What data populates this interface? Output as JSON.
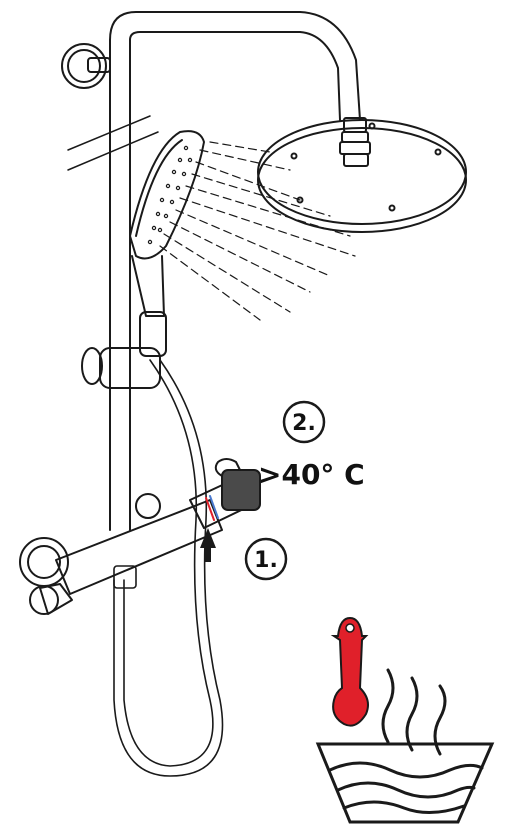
{
  "steps": [
    {
      "number": "1."
    },
    {
      "number": "2."
    }
  ],
  "temperature_label": ">40° C",
  "colors": {
    "line": "#1a1a1a",
    "thermometer": "#e0202a",
    "thermometer_outline": "#1a1a1a",
    "background": "#ffffff"
  },
  "icons": [
    "shower-column",
    "hand-shower",
    "rain-shower-head",
    "thermostatic-mixer",
    "push-arrow-icon",
    "thermometer-icon",
    "hot-water-bowl-icon"
  ]
}
